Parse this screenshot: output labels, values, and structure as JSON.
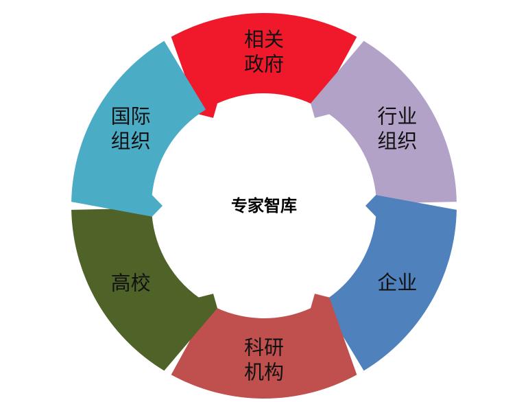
{
  "center": {
    "label": "专家智库"
  },
  "segments": [
    {
      "id": "gov",
      "lines": [
        "相关",
        "政府"
      ],
      "color": "#f0192c"
    },
    {
      "id": "industry",
      "lines": [
        "行业",
        "组织"
      ],
      "color": "#b3a2c7"
    },
    {
      "id": "company",
      "lines": [
        "企业"
      ],
      "color": "#4f81bd"
    },
    {
      "id": "research",
      "lines": [
        "科研",
        "机构"
      ],
      "color": "#c0504d"
    },
    {
      "id": "univ",
      "lines": [
        "高校"
      ],
      "color": "#4f6228"
    },
    {
      "id": "intl",
      "lines": [
        "国际",
        "组织"
      ],
      "color": "#4bacc6"
    }
  ]
}
